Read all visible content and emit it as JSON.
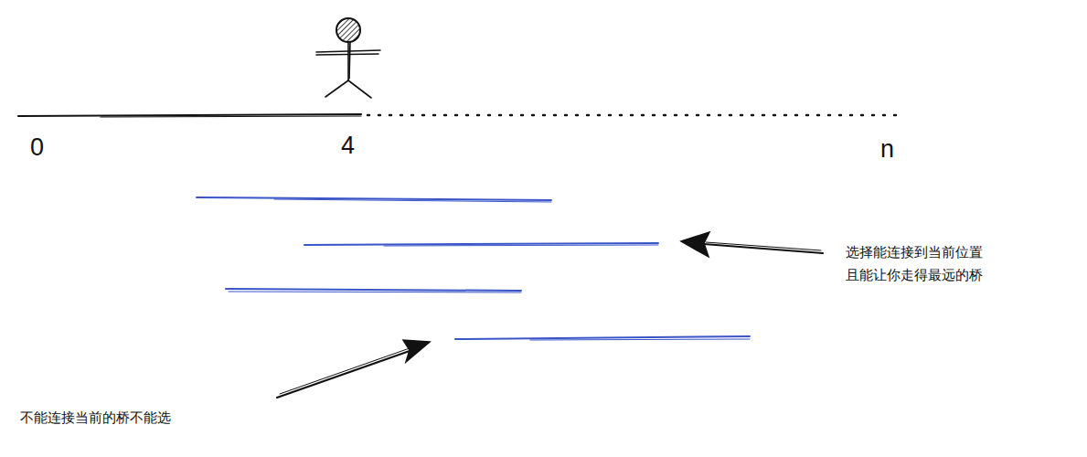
{
  "diagram": {
    "labels": [
      "0",
      "4",
      "n",
      "选择能连接到当前位置 且能让你走得最远的桥",
      "不能连接当前的桥不能选"
    ]
  }
}
